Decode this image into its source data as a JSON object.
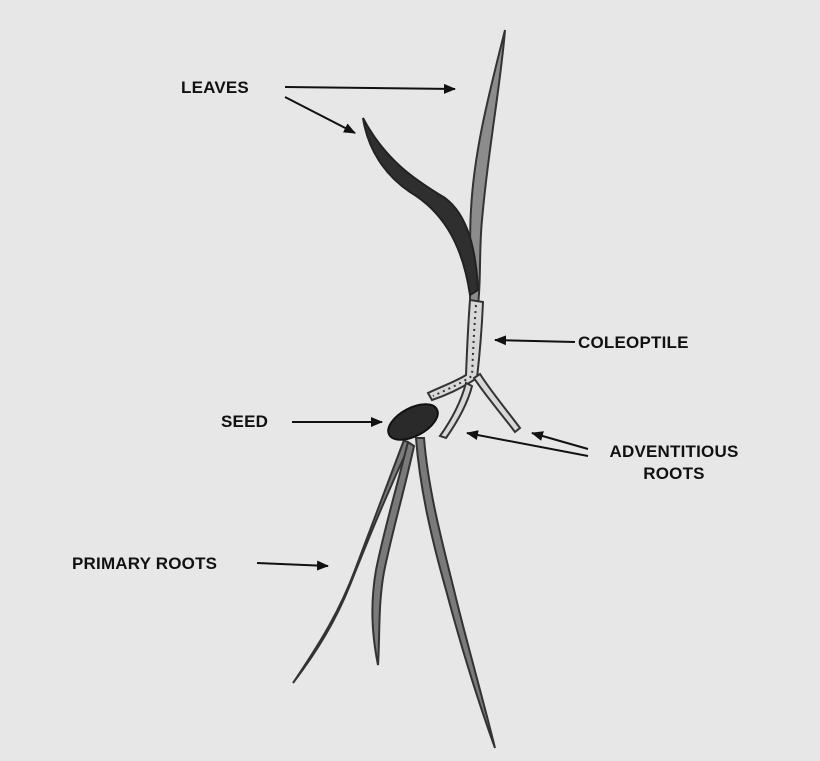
{
  "diagram": {
    "labels": {
      "leaves": "LEAVES",
      "coleoptile": "COLEOPTILE",
      "seed": "SEED",
      "adventitious_1": "ADVENTITIOUS",
      "adventitious_2": "ROOTS",
      "primary_roots": "PRIMARY ROOTS"
    },
    "colors": {
      "background": "#e7e7e7",
      "frame": "#f2f2f2",
      "ink": "#111111",
      "leaf_fill": "#2f2f2f",
      "stem_fill": "#8c8c8c",
      "root_fill": "#7a7a7a",
      "seed_fill": "#2a2a2a"
    }
  }
}
